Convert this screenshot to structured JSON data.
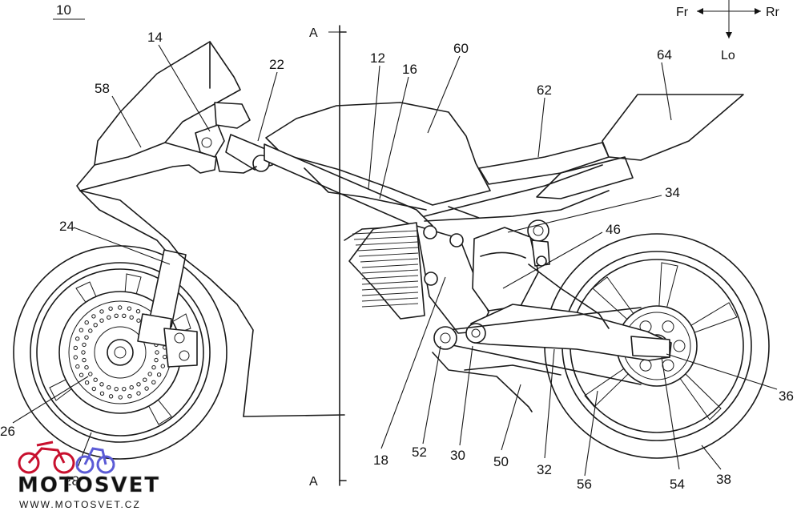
{
  "figure": {
    "number": "10",
    "section_label": "A",
    "direction": {
      "front": "Fr",
      "rear": "Rr",
      "lower": "Lo"
    }
  },
  "callouts": [
    {
      "label": "14"
    },
    {
      "label": "22"
    },
    {
      "label": "58"
    },
    {
      "label": "12"
    },
    {
      "label": "16"
    },
    {
      "label": "60"
    },
    {
      "label": "62"
    },
    {
      "label": "64"
    },
    {
      "label": "34"
    },
    {
      "label": "46"
    },
    {
      "label": "24"
    },
    {
      "label": "26"
    },
    {
      "label": "28"
    },
    {
      "label": "18"
    },
    {
      "label": "52"
    },
    {
      "label": "30"
    },
    {
      "label": "50"
    },
    {
      "label": "32"
    },
    {
      "label": "56"
    },
    {
      "label": "54"
    },
    {
      "label": "36"
    },
    {
      "label": "38"
    }
  ],
  "watermark": {
    "brand": "MOTOSVET",
    "url": "WWW.MOTOSVET.CZ",
    "colors": {
      "primary": "#c8102e",
      "secondary": "#5b5bd6",
      "text": "#bfbfbf"
    }
  }
}
